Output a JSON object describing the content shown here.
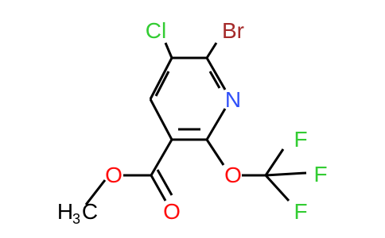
{
  "molecule": {
    "atoms": {
      "cl": "Cl",
      "br": "Br",
      "n": "N",
      "o_ring": "O",
      "o_carbonyl": "O",
      "o_ester": "O",
      "f1": "F",
      "f2": "F",
      "f3": "F",
      "methyl_h": "H",
      "methyl_sub": "3",
      "methyl_c": "C"
    },
    "colors": {
      "bond": "#000000",
      "carbon_hydrogen": "#000000",
      "chlorine": "#33cc33",
      "bromine": "#a52a2a",
      "nitrogen": "#3050f8",
      "oxygen": "#ff0d0d",
      "fluorine": "#33cc33"
    }
  }
}
